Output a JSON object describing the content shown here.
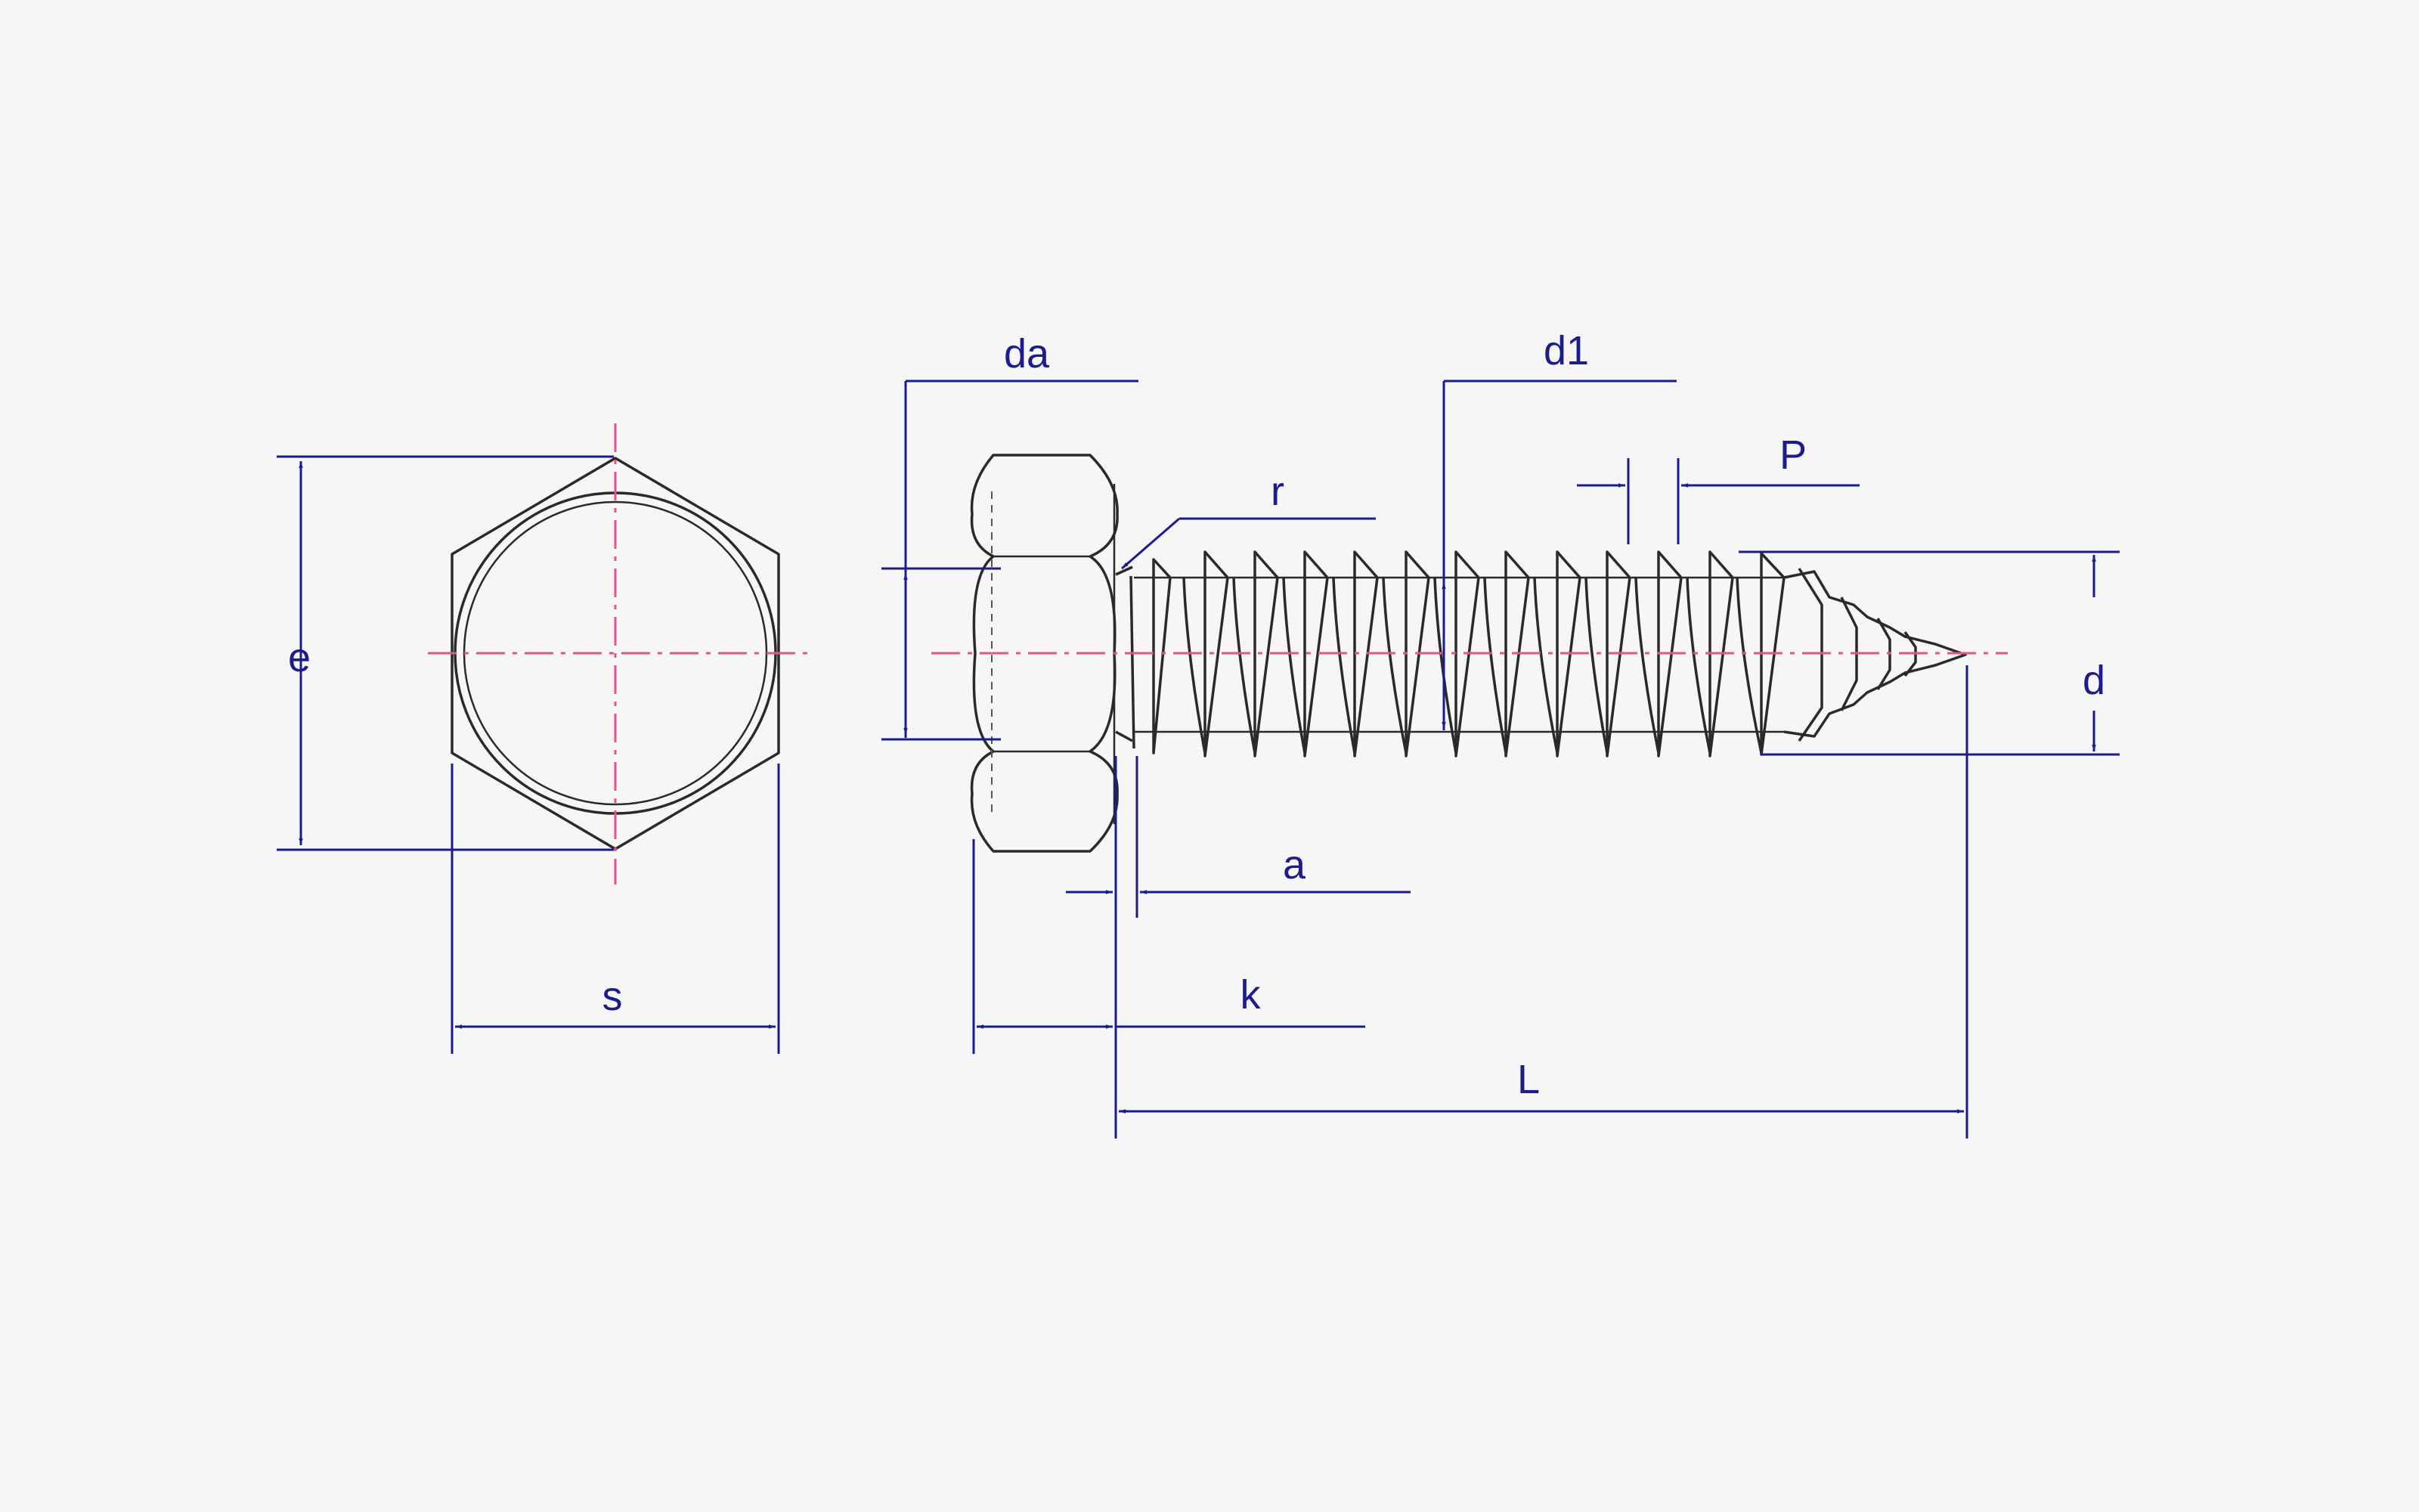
{
  "colors": {
    "background": "#f6f6f7",
    "outline": "#2a2a2a",
    "dimension": "#1c1c8c",
    "centerline": "#e0558f"
  },
  "labels": {
    "e": "e",
    "s": "s",
    "da": "da",
    "r": "r",
    "d1": "d1",
    "P": "P",
    "d": "d",
    "a": "a",
    "k": "k",
    "L": "L"
  }
}
